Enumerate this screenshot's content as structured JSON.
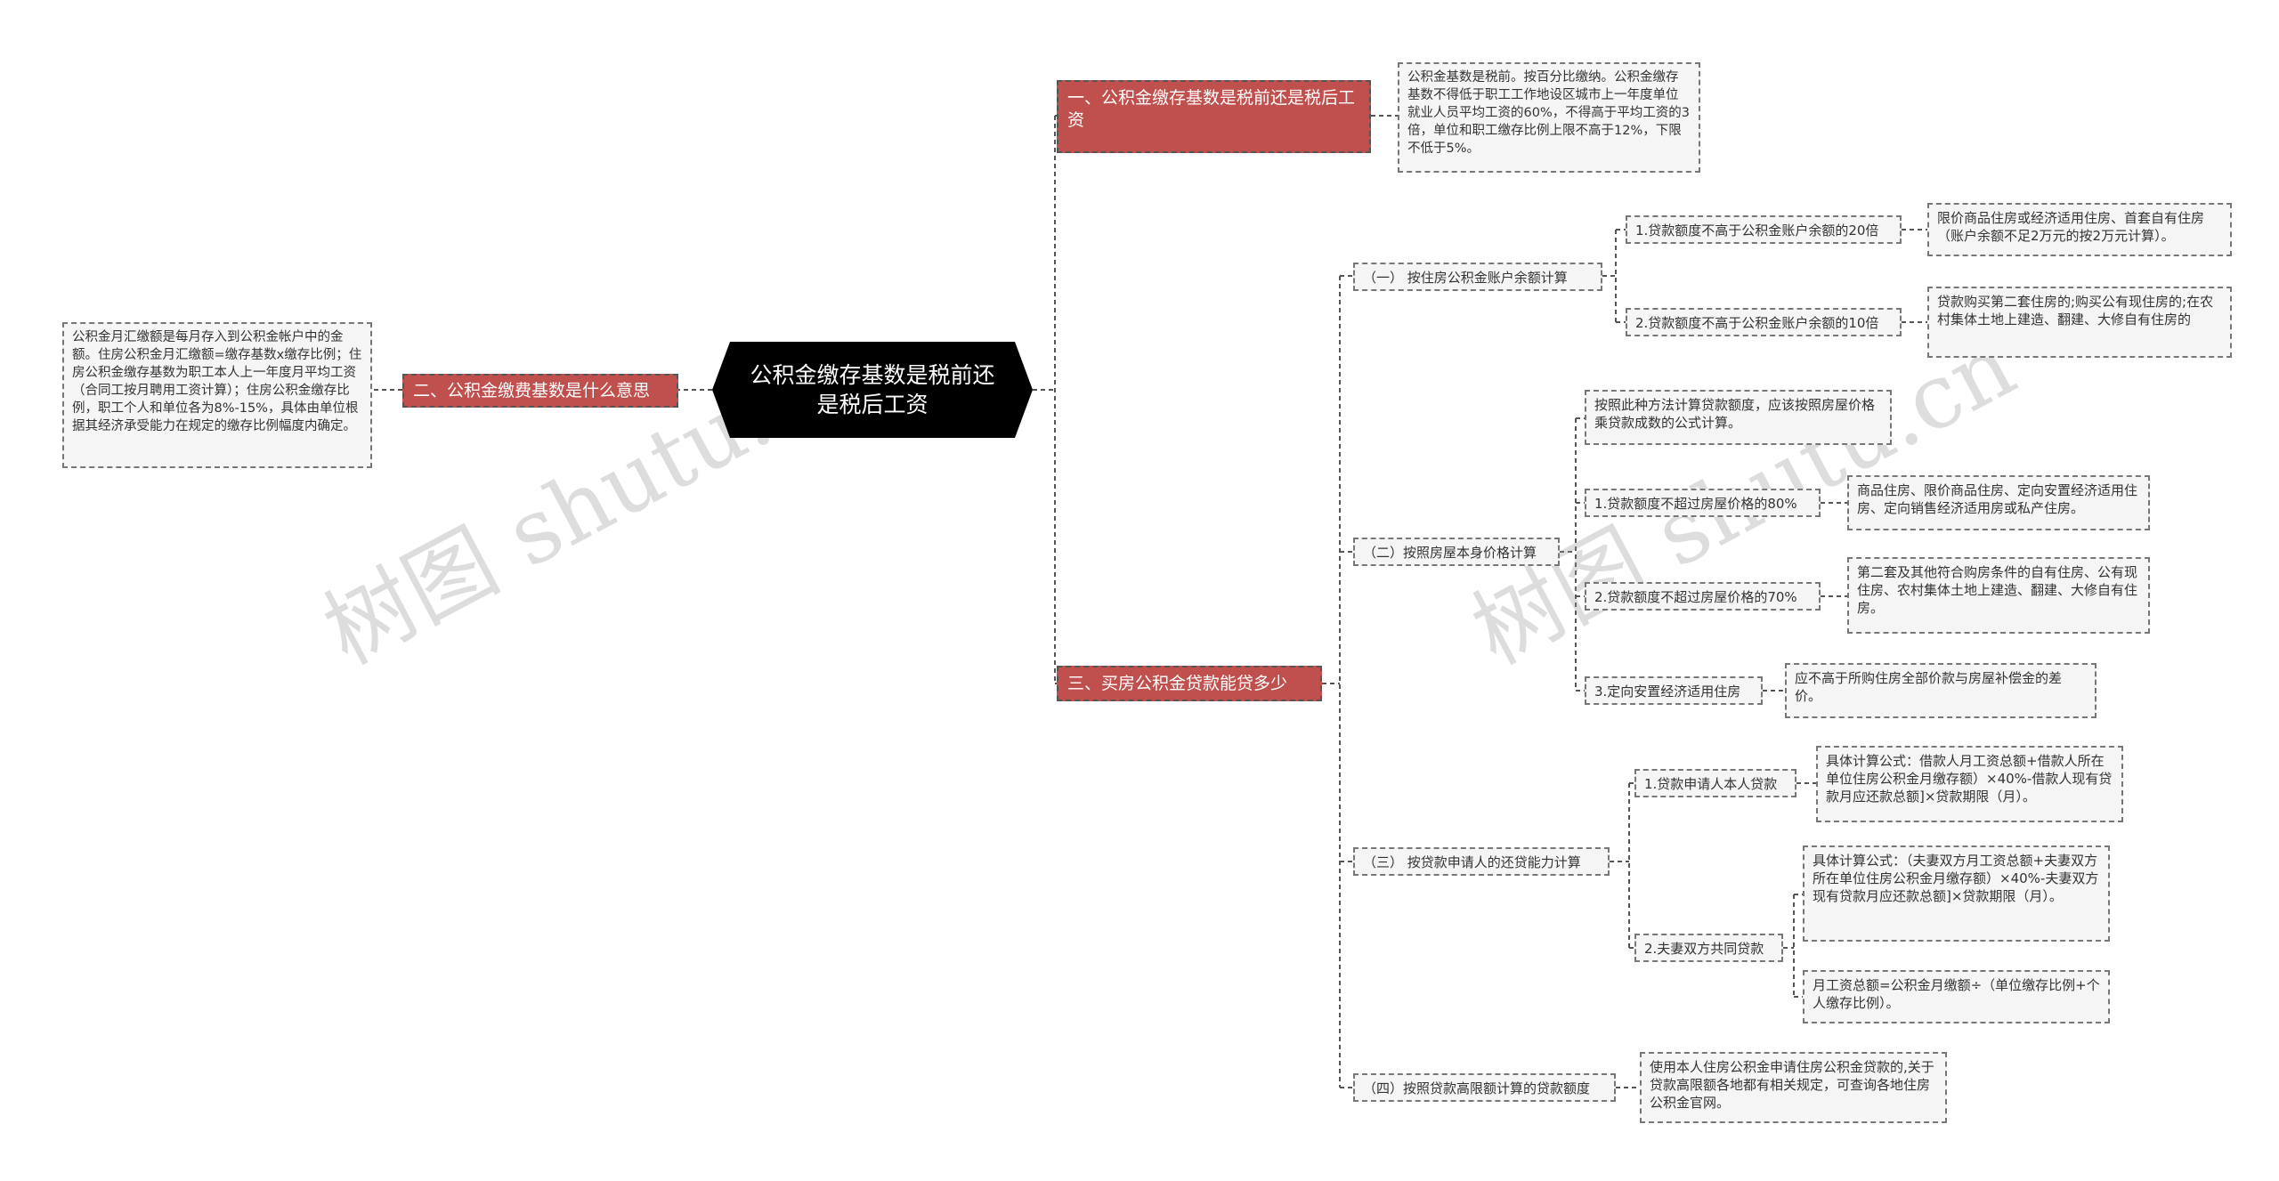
{
  "root": {
    "title": "公积金缴存基数是税前还是税后工资"
  },
  "branches": {
    "b1": {
      "label": "一、公积金缴存基数是税前还是税后工资",
      "detail": "公积金基数是税前。按百分比缴纳。公积金缴存基数不得低于职工工作地设区城市上一年度单位就业人员平均工资的60%，不得高于平均工资的3倍，单位和职工缴存比例上限不高于12%，下限不低于5%。"
    },
    "b2": {
      "label": "二、公积金缴费基数是什么意思",
      "detail": "公积金月汇缴额是每月存入到公积金帐户中的金额。住房公积金月汇缴额=缴存基数x缴存比例；住房公积金缴存基数为职工本人上一年度月平均工资（合同工按月聘用工资计算）；住房公积金缴存比例，职工个人和单位各为8%-15%，具体由单位根据其经济承受能力在规定的缴存比例幅度内确定。"
    },
    "b3": {
      "label": "三、买房公积金贷款能贷多少",
      "s1": {
        "label": "（一） 按住房公积金账户余额计算",
        "i1": "1.贷款额度不高于公积金账户余额的20倍",
        "i1_note": "限价商品住房或经济适用住房、首套自有住房（账户余额不足2万元的按2万元计算）。",
        "i2": "2.贷款额度不高于公积金账户余额的10倍",
        "i2_note": "贷款购买第二套住房的;购买公有现住房的;在农村集体土地上建造、翻建、大修自有住房的"
      },
      "s2": {
        "label": "（二）按照房屋本身价格计算",
        "intro": "按照此种方法计算贷款额度，应该按照房屋价格乘贷款成数的公式计算。",
        "i1": "1.贷款额度不超过房屋价格的80%",
        "i1_note": "商品住房、限价商品住房、定向安置经济适用住房、定向销售经济适用房或私产住房。",
        "i2": "2.贷款额度不超过房屋价格的70%",
        "i2_note": "第二套及其他符合购房条件的自有住房、公有现住房、农村集体土地上建造、翻建、大修自有住房。",
        "i3": "3.定向安置经济适用住房",
        "i3_note": "应不高于所购住房全部价款与房屋补偿金的差价。"
      },
      "s3": {
        "label": "（三） 按贷款申请人的还贷能力计算",
        "i1": "1.贷款申请人本人贷款",
        "i1_note": "具体计算公式：借款人月工资总额+借款人所在单位住房公积金月缴存额）×40%-借款人现有贷款月应还款总额]×贷款期限（月）。",
        "i2": "2.夫妻双方共同贷款",
        "i2_note1": "具体计算公式：（夫妻双方月工资总额+夫妻双方所在单位住房公积金月缴存额）×40%-夫妻双方现有贷款月应还款总额]×贷款期限（月）。",
        "i2_note2": "月工资总额=公积金月缴额÷（单位缴存比例+个人缴存比例）。"
      },
      "s4": {
        "label": "（四）按照贷款高限额计算的贷款额度",
        "note": "使用本人住房公积金申请住房公积金贷款的,关于贷款高限额各地都有相关规定，可查询各地住房公积金官网。"
      }
    }
  },
  "watermarks": [
    "树图 shutu.cn",
    "树图 shutu.cn"
  ],
  "colors": {
    "branch": "#c0504d",
    "root": "#000000",
    "line": "#555555"
  }
}
